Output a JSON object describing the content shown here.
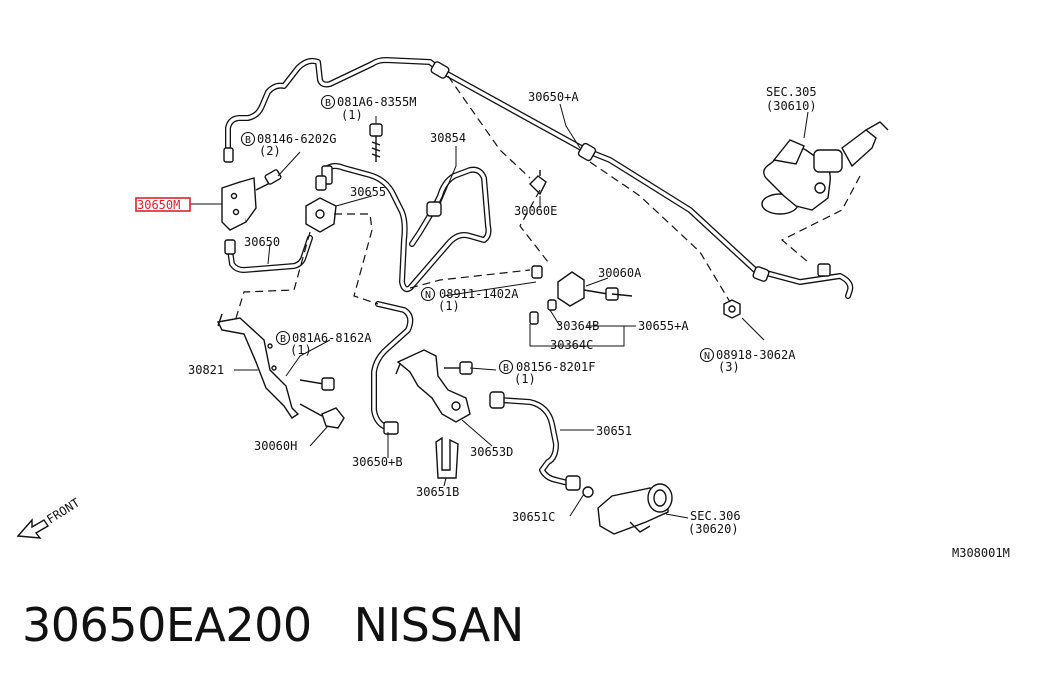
{
  "labels": {
    "l_30650a": "30650+A",
    "l_sec305": "SEC.305",
    "l_30610": "(30610)",
    "l_081a6_8355m": "081A6-8355M",
    "l_8355m_qty": "(1)",
    "l_08146": "08146-6202G",
    "l_08146_qty": "(2)",
    "l_30854": "30854",
    "l_30655": "30655",
    "l_30060e": "30060E",
    "l_30650m": "30650M",
    "l_30650": "30650",
    "l_30060a": "30060A",
    "l_08911": "08911-1402A",
    "l_08911_qty": "(1)",
    "l_30364b": "30364B",
    "l_30655a": "30655+A",
    "l_30364c": "30364C",
    "l_081a6_8162a": "081A6-8162A",
    "l_8162a_qty": "(1)",
    "l_08918": "08918-3062A",
    "l_08918_qty": "(3)",
    "l_30821": "30821",
    "l_08156": "08156-8201F",
    "l_08156_qty": "(1)",
    "l_30651": "30651",
    "l_30060h": "30060H",
    "l_30650b": "30650+B",
    "l_30653d": "30653D",
    "l_30651b": "30651B",
    "l_30651c": "30651C",
    "l_sec306": "SEC.306",
    "l_30620": "(30620)",
    "l_front": "FRONT",
    "l_ref": "M308001M"
  },
  "markers": {
    "b": "B",
    "n": "N"
  },
  "caption": {
    "part_number": "30650EA200",
    "brand": "NISSAN"
  },
  "colors": {
    "highlight": "#e0202a",
    "ink": "#111111"
  }
}
